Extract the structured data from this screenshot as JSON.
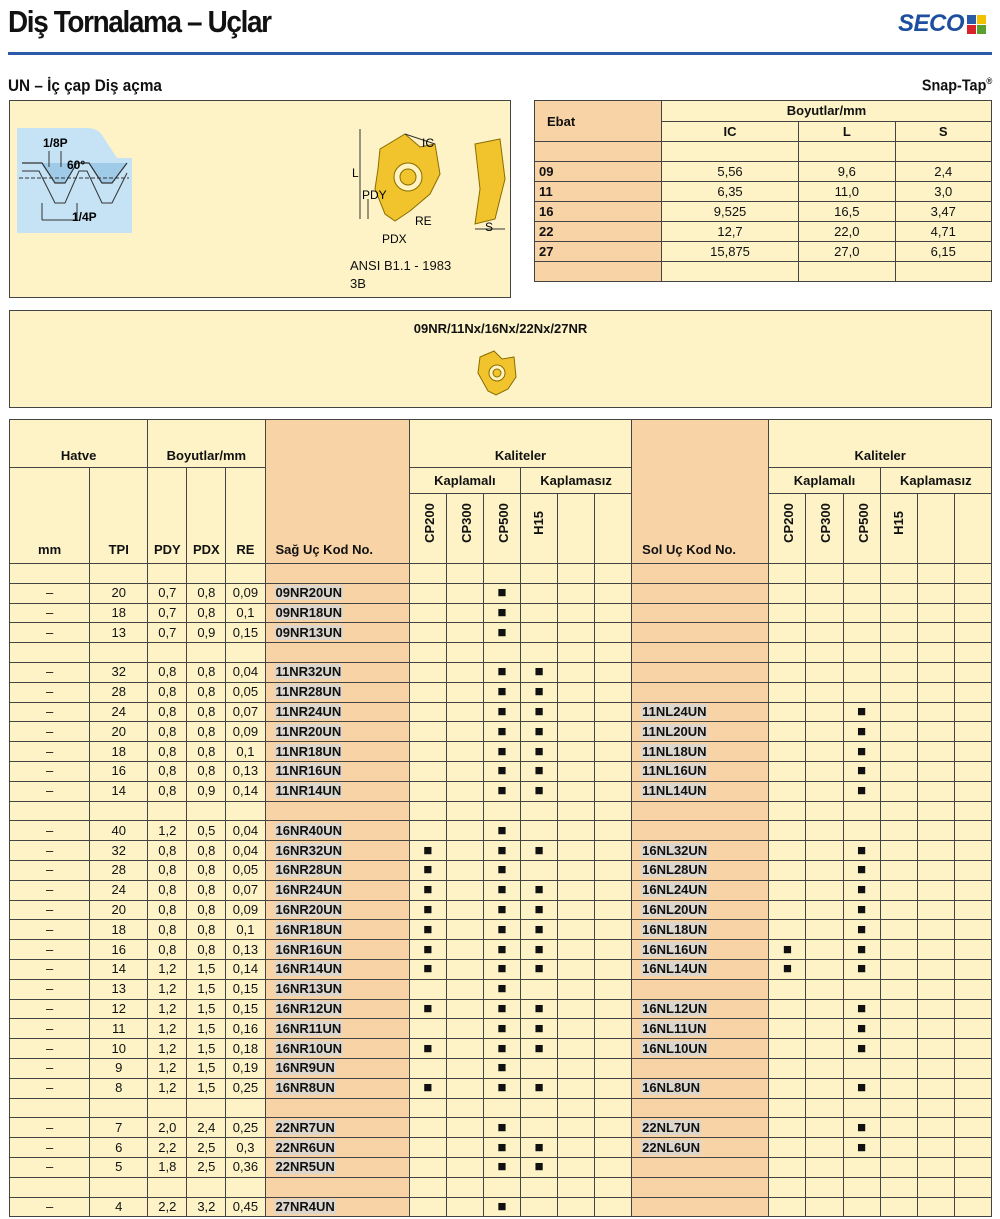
{
  "header": {
    "title": "Diş Tornalama – Uçlar",
    "logo": {
      "text": "SECO",
      "colors": [
        "#2a5aa8",
        "#f2c200",
        "#d8232a",
        "#5aa02c"
      ]
    },
    "subtitle": "UN – İç çap Diş açma",
    "brand": "Snap-Tap",
    "brand_mark": "®"
  },
  "profile_diagram": {
    "labels": [
      "1/8P",
      "60°",
      "1/4P"
    ]
  },
  "insert_diagram": {
    "labels": [
      "IC",
      "L",
      "PDY",
      "RE",
      "PDX",
      "S"
    ],
    "standard": "ANSI B1.1 - 1983",
    "class": "3B"
  },
  "dimensions_table": {
    "col_ebat": "Ebat",
    "group_header": "Boyutlar/mm",
    "columns": [
      "IC",
      "L",
      "S"
    ],
    "rows": [
      {
        "ebat": "09",
        "ic": "5,56",
        "l": "9,6",
        "s": "2,4"
      },
      {
        "ebat": "11",
        "ic": "6,35",
        "l": "11,0",
        "s": "3,0"
      },
      {
        "ebat": "16",
        "ic": "9,525",
        "l": "16,5",
        "s": "3,47"
      },
      {
        "ebat": "22",
        "ic": "12,7",
        "l": "22,0",
        "s": "4,71"
      },
      {
        "ebat": "27",
        "ic": "15,875",
        "l": "27,0",
        "s": "6,15"
      }
    ]
  },
  "series_box": {
    "label": "09NR/11Nx/16Nx/22Nx/27NR"
  },
  "main_table": {
    "h_hatve": "Hatve",
    "h_boyutlar": "Boyutlar/mm",
    "h_kaliteler": "Kaliteler",
    "h_kaplamali": "Kaplamalı",
    "h_kaplamasiz": "Kaplamasız",
    "h_mm": "mm",
    "h_tpi": "TPI",
    "h_pdy": "PDY",
    "h_pdx": "PDX",
    "h_re": "RE",
    "h_sag": "Sağ Uç Kod No.",
    "h_sol": "Sol Uç Kod No.",
    "grades": [
      "CP200",
      "CP300",
      "CP500",
      "H15"
    ],
    "mark": "■",
    "groups": [
      {
        "rows": [
          {
            "mm": "–",
            "tpi": "20",
            "pdy": "0,7",
            "pdx": "0,8",
            "re": "0,09",
            "right": "09NR20UN",
            "rg": [
              0,
              0,
              1,
              0
            ],
            "left": "",
            "lg": [
              0,
              0,
              0,
              0
            ]
          },
          {
            "mm": "–",
            "tpi": "18",
            "pdy": "0,7",
            "pdx": "0,8",
            "re": "0,1",
            "right": "09NR18UN",
            "rg": [
              0,
              0,
              1,
              0
            ],
            "left": "",
            "lg": [
              0,
              0,
              0,
              0
            ]
          },
          {
            "mm": "–",
            "tpi": "13",
            "pdy": "0,7",
            "pdx": "0,9",
            "re": "0,15",
            "right": "09NR13UN",
            "rg": [
              0,
              0,
              1,
              0
            ],
            "left": "",
            "lg": [
              0,
              0,
              0,
              0
            ]
          }
        ]
      },
      {
        "rows": [
          {
            "mm": "–",
            "tpi": "32",
            "pdy": "0,8",
            "pdx": "0,8",
            "re": "0,04",
            "right": "11NR32UN",
            "rg": [
              0,
              0,
              1,
              1
            ],
            "left": "",
            "lg": [
              0,
              0,
              0,
              0
            ]
          },
          {
            "mm": "–",
            "tpi": "28",
            "pdy": "0,8",
            "pdx": "0,8",
            "re": "0,05",
            "right": "11NR28UN",
            "rg": [
              0,
              0,
              1,
              1
            ],
            "left": "",
            "lg": [
              0,
              0,
              0,
              0
            ]
          },
          {
            "mm": "–",
            "tpi": "24",
            "pdy": "0,8",
            "pdx": "0,8",
            "re": "0,07",
            "right": "11NR24UN",
            "rg": [
              0,
              0,
              1,
              1
            ],
            "left": "11NL24UN",
            "lg": [
              0,
              0,
              1,
              0
            ]
          },
          {
            "mm": "–",
            "tpi": "20",
            "pdy": "0,8",
            "pdx": "0,8",
            "re": "0,09",
            "right": "11NR20UN",
            "rg": [
              0,
              0,
              1,
              1
            ],
            "left": "11NL20UN",
            "lg": [
              0,
              0,
              1,
              0
            ]
          },
          {
            "mm": "–",
            "tpi": "18",
            "pdy": "0,8",
            "pdx": "0,8",
            "re": "0,1",
            "right": "11NR18UN",
            "rg": [
              0,
              0,
              1,
              1
            ],
            "left": "11NL18UN",
            "lg": [
              0,
              0,
              1,
              0
            ]
          },
          {
            "mm": "–",
            "tpi": "16",
            "pdy": "0,8",
            "pdx": "0,8",
            "re": "0,13",
            "right": "11NR16UN",
            "rg": [
              0,
              0,
              1,
              1
            ],
            "left": "11NL16UN",
            "lg": [
              0,
              0,
              1,
              0
            ]
          },
          {
            "mm": "–",
            "tpi": "14",
            "pdy": "0,8",
            "pdx": "0,9",
            "re": "0,14",
            "right": "11NR14UN",
            "rg": [
              0,
              0,
              1,
              1
            ],
            "left": "11NL14UN",
            "lg": [
              0,
              0,
              1,
              0
            ]
          }
        ]
      },
      {
        "rows": [
          {
            "mm": "–",
            "tpi": "40",
            "pdy": "1,2",
            "pdx": "0,5",
            "re": "0,04",
            "right": "16NR40UN",
            "rg": [
              0,
              0,
              1,
              0
            ],
            "left": "",
            "lg": [
              0,
              0,
              0,
              0
            ]
          },
          {
            "mm": "–",
            "tpi": "32",
            "pdy": "0,8",
            "pdx": "0,8",
            "re": "0,04",
            "right": "16NR32UN",
            "rg": [
              1,
              0,
              1,
              1
            ],
            "left": "16NL32UN",
            "lg": [
              0,
              0,
              1,
              0
            ]
          },
          {
            "mm": "–",
            "tpi": "28",
            "pdy": "0,8",
            "pdx": "0,8",
            "re": "0,05",
            "right": "16NR28UN",
            "rg": [
              1,
              0,
              1,
              0
            ],
            "left": "16NL28UN",
            "lg": [
              0,
              0,
              1,
              0
            ]
          },
          {
            "mm": "–",
            "tpi": "24",
            "pdy": "0,8",
            "pdx": "0,8",
            "re": "0,07",
            "right": "16NR24UN",
            "rg": [
              1,
              0,
              1,
              1
            ],
            "left": "16NL24UN",
            "lg": [
              0,
              0,
              1,
              0
            ]
          },
          {
            "mm": "–",
            "tpi": "20",
            "pdy": "0,8",
            "pdx": "0,8",
            "re": "0,09",
            "right": "16NR20UN",
            "rg": [
              1,
              0,
              1,
              1
            ],
            "left": "16NL20UN",
            "lg": [
              0,
              0,
              1,
              0
            ]
          },
          {
            "mm": "–",
            "tpi": "18",
            "pdy": "0,8",
            "pdx": "0,8",
            "re": "0,1",
            "right": "16NR18UN",
            "rg": [
              1,
              0,
              1,
              1
            ],
            "left": "16NL18UN",
            "lg": [
              0,
              0,
              1,
              0
            ]
          },
          {
            "mm": "–",
            "tpi": "16",
            "pdy": "0,8",
            "pdx": "0,8",
            "re": "0,13",
            "right": "16NR16UN",
            "rg": [
              1,
              0,
              1,
              1
            ],
            "left": "16NL16UN",
            "lg": [
              1,
              0,
              1,
              0
            ]
          },
          {
            "mm": "–",
            "tpi": "14",
            "pdy": "1,2",
            "pdx": "1,5",
            "re": "0,14",
            "right": "16NR14UN",
            "rg": [
              1,
              0,
              1,
              1
            ],
            "left": "16NL14UN",
            "lg": [
              1,
              0,
              1,
              0
            ]
          },
          {
            "mm": "–",
            "tpi": "13",
            "pdy": "1,2",
            "pdx": "1,5",
            "re": "0,15",
            "right": "16NR13UN",
            "rg": [
              0,
              0,
              1,
              0
            ],
            "left": "",
            "lg": [
              0,
              0,
              0,
              0
            ]
          },
          {
            "mm": "–",
            "tpi": "12",
            "pdy": "1,2",
            "pdx": "1,5",
            "re": "0,15",
            "right": "16NR12UN",
            "rg": [
              1,
              0,
              1,
              1
            ],
            "left": "16NL12UN",
            "lg": [
              0,
              0,
              1,
              0
            ]
          },
          {
            "mm": "–",
            "tpi": "11",
            "pdy": "1,2",
            "pdx": "1,5",
            "re": "0,16",
            "right": "16NR11UN",
            "rg": [
              0,
              0,
              1,
              1
            ],
            "left": "16NL11UN",
            "lg": [
              0,
              0,
              1,
              0
            ]
          },
          {
            "mm": "–",
            "tpi": "10",
            "pdy": "1,2",
            "pdx": "1,5",
            "re": "0,18",
            "right": "16NR10UN",
            "rg": [
              1,
              0,
              1,
              1
            ],
            "left": "16NL10UN",
            "lg": [
              0,
              0,
              1,
              0
            ]
          },
          {
            "mm": "–",
            "tpi": "9",
            "pdy": "1,2",
            "pdx": "1,5",
            "re": "0,19",
            "right": "16NR9UN",
            "rg": [
              0,
              0,
              1,
              0
            ],
            "left": "",
            "lg": [
              0,
              0,
              0,
              0
            ]
          },
          {
            "mm": "–",
            "tpi": "8",
            "pdy": "1,2",
            "pdx": "1,5",
            "re": "0,25",
            "right": "16NR8UN",
            "rg": [
              1,
              0,
              1,
              1
            ],
            "left": "16NL8UN",
            "lg": [
              0,
              0,
              1,
              0
            ]
          }
        ]
      },
      {
        "rows": [
          {
            "mm": "–",
            "tpi": "7",
            "pdy": "2,0",
            "pdx": "2,4",
            "re": "0,25",
            "right": "22NR7UN",
            "rg": [
              0,
              0,
              1,
              0
            ],
            "left": "22NL7UN",
            "lg": [
              0,
              0,
              1,
              0
            ]
          },
          {
            "mm": "–",
            "tpi": "6",
            "pdy": "2,2",
            "pdx": "2,5",
            "re": "0,3",
            "right": "22NR6UN",
            "rg": [
              0,
              0,
              1,
              1
            ],
            "left": "22NL6UN",
            "lg": [
              0,
              0,
              1,
              0
            ]
          },
          {
            "mm": "–",
            "tpi": "5",
            "pdy": "1,8",
            "pdx": "2,5",
            "re": "0,36",
            "right": "22NR5UN",
            "rg": [
              0,
              0,
              1,
              1
            ],
            "left": "",
            "lg": [
              0,
              0,
              0,
              0
            ]
          }
        ]
      },
      {
        "rows": [
          {
            "mm": "–",
            "tpi": "4",
            "pdy": "2,2",
            "pdx": "3,2",
            "re": "0,45",
            "right": "27NR4UN",
            "rg": [
              0,
              0,
              1,
              0
            ],
            "left": "",
            "lg": [
              0,
              0,
              0,
              0
            ]
          }
        ]
      }
    ]
  }
}
